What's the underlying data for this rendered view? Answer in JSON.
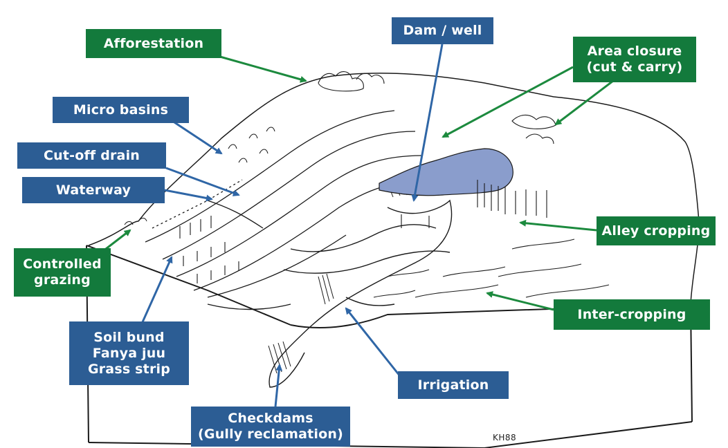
{
  "labels": {
    "afforestation": "Afforestation",
    "dam_well": "Dam / well",
    "area_closure": [
      "Area closure",
      "(cut & carry)"
    ],
    "micro_basins": "Micro basins",
    "cut_off_drain": "Cut-off drain",
    "waterway": "Waterway",
    "alley_cropping": "Alley cropping",
    "controlled_grazing": [
      "Controlled",
      "grazing"
    ],
    "inter_cropping": "Inter-cropping",
    "soil_bund": [
      "Soil bund",
      "Fanya juu",
      "Grass strip"
    ],
    "irrigation": "Irrigation",
    "checkdams": [
      "Checkdams",
      "(Gully reclamation)"
    ]
  },
  "signature": "KH88",
  "colors": {
    "green_label": "#137a3c",
    "blue_label": "#2c5d94",
    "green_arrow": "#1c8a3e",
    "blue_arrow": "#2f66a6",
    "pond": "#8a9dcc",
    "ink": "#1a1a1a"
  }
}
